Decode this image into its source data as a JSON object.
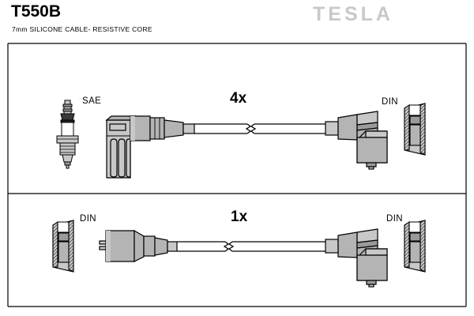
{
  "header": {
    "part_number": "T550B",
    "description": "7mm SILICONE CABLE- RESISTIVE CORE",
    "brand": "TESLA",
    "brand_color": "#c9c9c9"
  },
  "diagram": {
    "title": "ignition-cable-set-exploded-view",
    "background": "#ffffff",
    "line_color": "#000000",
    "fill_light": "#c8c8c8",
    "fill_mid": "#b4b4b4",
    "fill_dark": "#9a9a9a",
    "assemblies": [
      {
        "id": "spark-plug-cable-set",
        "quantity_label": "4x",
        "left_terminal": {
          "type": "right-angle-spark-plug-boot",
          "standard_label": "SAE",
          "symbol": "spark-plug"
        },
        "right_terminal": {
          "type": "right-angle-distributor-cap-boot",
          "standard_label": "DIN",
          "symbol": "din-socket"
        },
        "cable_break": "break-symbol"
      },
      {
        "id": "coil-lead",
        "quantity_label": "1x",
        "left_terminal": {
          "type": "straight-coil-connector",
          "standard_label": "DIN",
          "symbol": "din-socket"
        },
        "right_terminal": {
          "type": "right-angle-distributor-cap-boot",
          "standard_label": "DIN",
          "symbol": "din-socket"
        },
        "cable_break": "break-symbol"
      }
    ]
  }
}
